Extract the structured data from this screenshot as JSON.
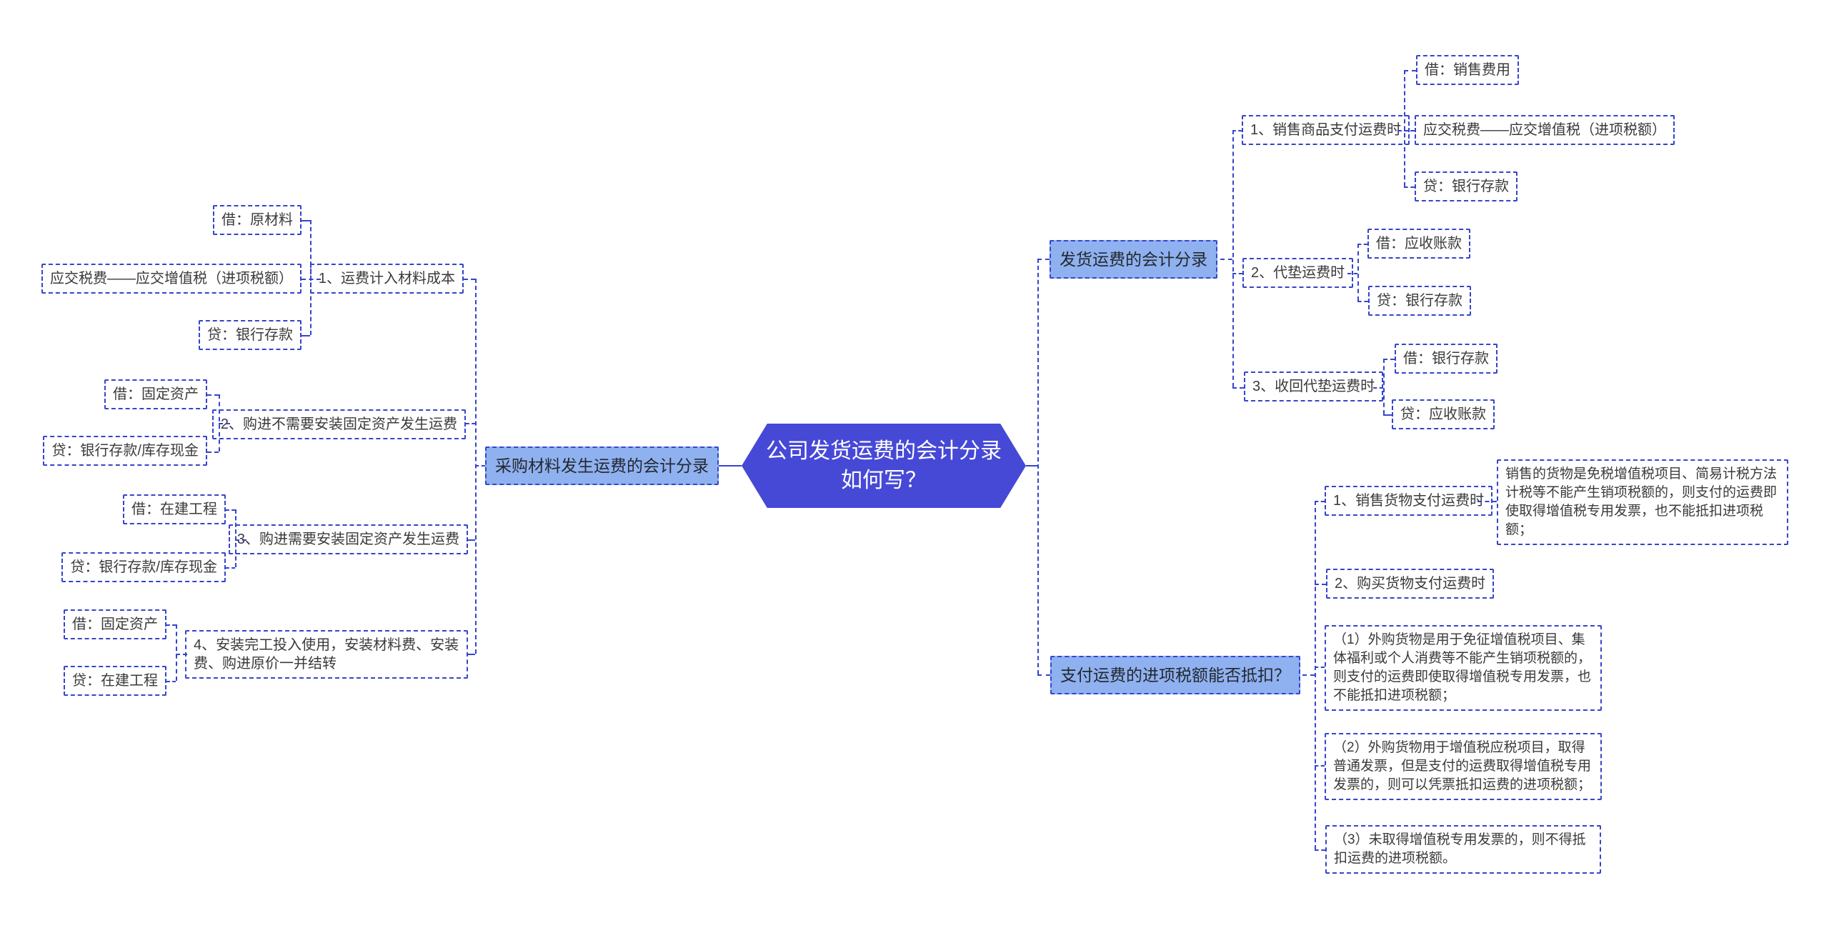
{
  "root": {
    "line1": "公司发货运费的会计分录",
    "line2": "如何写？"
  },
  "colors": {
    "root_fill": "#4649d6",
    "branch_fill": "#8fb1f0",
    "line_and_border": "#3545cb",
    "node_text": "#3a3a3a",
    "root_text": "#ffffff"
  },
  "branches": {
    "purchase": {
      "label": "采购材料发生运费的会计分录",
      "topics": [
        {
          "title": "1、运费计入材料成本",
          "entries": [
            "借：原材料",
            "应交税费——应交增值税（进项税额）",
            "贷：银行存款"
          ]
        },
        {
          "title": "2、购进不需要安装固定资产发生运费",
          "entries": [
            "借：固定资产",
            "贷：银行存款/库存现金"
          ]
        },
        {
          "title": "3、购进需要安装固定资产发生运费",
          "entries": [
            "借：在建工程",
            "贷：银行存款/库存现金"
          ]
        },
        {
          "title": "4、安装完工投入使用，安装材料费、安装费、购进原价一并结转",
          "entries": [
            "借：固定资产",
            "贷：在建工程"
          ]
        }
      ]
    },
    "shipping": {
      "label": "发货运费的会计分录",
      "topics": [
        {
          "title": "1、销售商品支付运费时",
          "entries": [
            "借：销售费用",
            "应交税费——应交增值税（进项税额）",
            "贷：银行存款"
          ]
        },
        {
          "title": "2、代垫运费时",
          "entries": [
            "借：应收账款",
            "贷：银行存款"
          ]
        },
        {
          "title": "3、收回代垫运费时",
          "entries": [
            "借：银行存款",
            "贷：应收账款"
          ]
        }
      ]
    },
    "deduction": {
      "label": "支付运费的进项税额能否抵扣？",
      "topics": [
        {
          "title": "1、销售货物支付运费时",
          "entries": [
            "销售的货物是免税增值税项目、简易计税方法计税等不能产生销项税额的，则支付的运费即使取得增值税专用发票，也不能抵扣进项税额；"
          ]
        },
        {
          "title": "2、购买货物支付运费时",
          "entries": [
            "（1）外购货物是用于免征增值税项目、集体福利或个人消费等不能产生销项税额的，则支付的运费即使取得增值税专用发票，也不能抵扣进项税额；",
            "（2）外购货物用于增值税应税项目，取得普通发票，但是支付的运费取得增值税专用发票的，则可以凭票抵扣运费的进项税额；",
            "（3）未取得增值税专用发票的，则不得抵扣运费的进项税额。"
          ]
        }
      ]
    }
  }
}
